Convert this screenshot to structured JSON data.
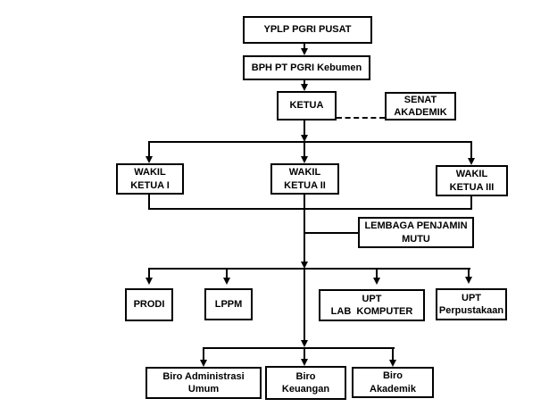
{
  "diagram_type": "organizational-chart",
  "colors": {
    "background": "#ffffff",
    "line": "#000000",
    "box_border": "#000000",
    "text": "#000000"
  },
  "nodes": {
    "yplp": {
      "label": "YPLP PGRI PUSAT"
    },
    "bph": {
      "label": "BPH PT PGRI Kebumen"
    },
    "ketua": {
      "label": "KETUA"
    },
    "senat": {
      "label": "SENAT\nAKADEMIK"
    },
    "wakil1": {
      "label": "WAKIL\nKETUA I"
    },
    "wakil2": {
      "label": "WAKIL\nKETUA II"
    },
    "wakil3": {
      "label": "WAKIL\nKETUA III"
    },
    "lpm": {
      "label": "LEMBAGA PENJAMIN\nMUTU"
    },
    "prodi": {
      "label": "PRODI"
    },
    "lppm": {
      "label": "LPPM"
    },
    "uptlab": {
      "label": "UPT\nLAB  KOMPUTER"
    },
    "uptperpus": {
      "label": "UPT\nPerpustakaan"
    },
    "biroadm": {
      "label": "Biro Administrasi\nUmum"
    },
    "birokeu": {
      "label": "Biro\nKeuangan"
    },
    "biroaka": {
      "label": "Biro\nAkademik"
    }
  },
  "edges": [
    {
      "from": "yplp",
      "to": "bph",
      "style": "solid-arrow"
    },
    {
      "from": "bph",
      "to": "ketua",
      "style": "solid-arrow"
    },
    {
      "from": "ketua",
      "to": "senat",
      "style": "dashed"
    },
    {
      "from": "ketua",
      "to": "wakil1",
      "style": "solid-arrow"
    },
    {
      "from": "ketua",
      "to": "wakil2",
      "style": "solid-arrow"
    },
    {
      "from": "ketua",
      "to": "wakil3",
      "style": "solid-arrow"
    },
    {
      "from": "wakil-group",
      "to": "lpm",
      "style": "solid"
    },
    {
      "from": "wakil-group",
      "to": "prodi",
      "style": "solid-arrow"
    },
    {
      "from": "wakil-group",
      "to": "lppm",
      "style": "solid-arrow"
    },
    {
      "from": "wakil-group",
      "to": "uptlab",
      "style": "solid-arrow"
    },
    {
      "from": "wakil-group",
      "to": "uptperpus",
      "style": "solid-arrow"
    },
    {
      "from": "wakil-group",
      "to": "biroadm",
      "style": "solid-arrow"
    },
    {
      "from": "wakil-group",
      "to": "birokeu",
      "style": "solid-arrow"
    },
    {
      "from": "wakil-group",
      "to": "biroaka",
      "style": "solid-arrow"
    }
  ]
}
